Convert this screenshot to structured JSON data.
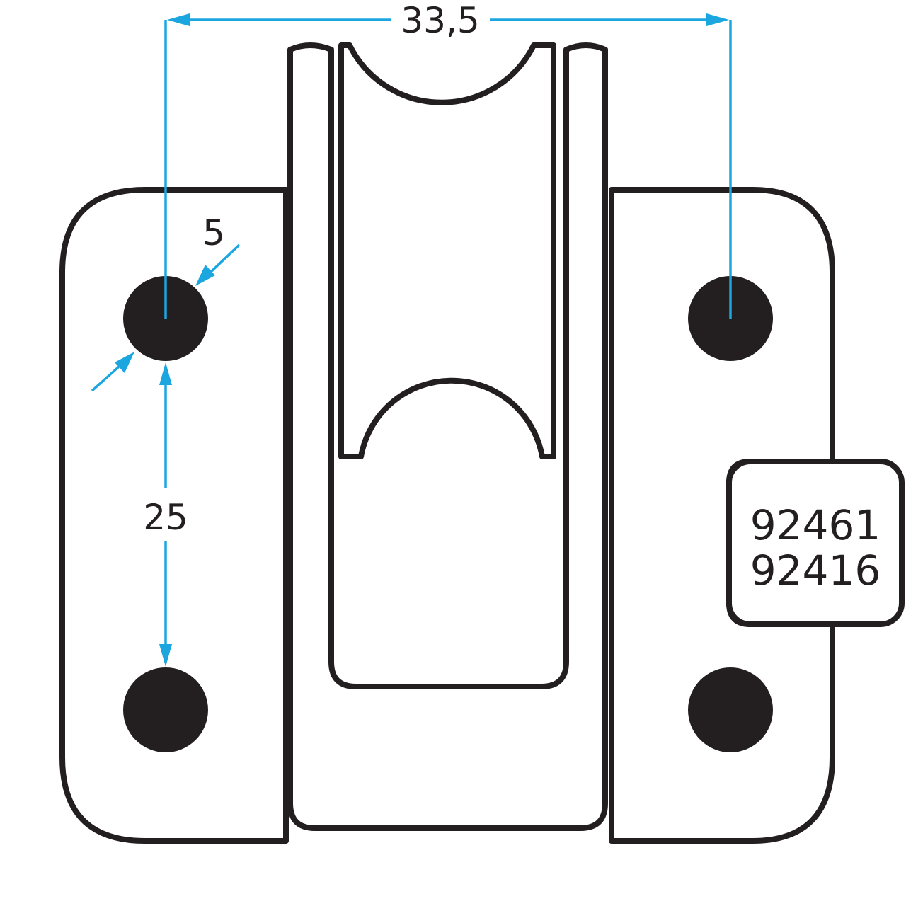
{
  "colors": {
    "outline": "#231f20",
    "dimension": "#1ba6e0",
    "background": "#ffffff"
  },
  "dimensions": {
    "hole_spacing_horizontal": "33,5",
    "hole_spacing_vertical": "25",
    "hole_diameter": "5"
  },
  "part_numbers": {
    "line1": "92461",
    "line2": "92416"
  }
}
